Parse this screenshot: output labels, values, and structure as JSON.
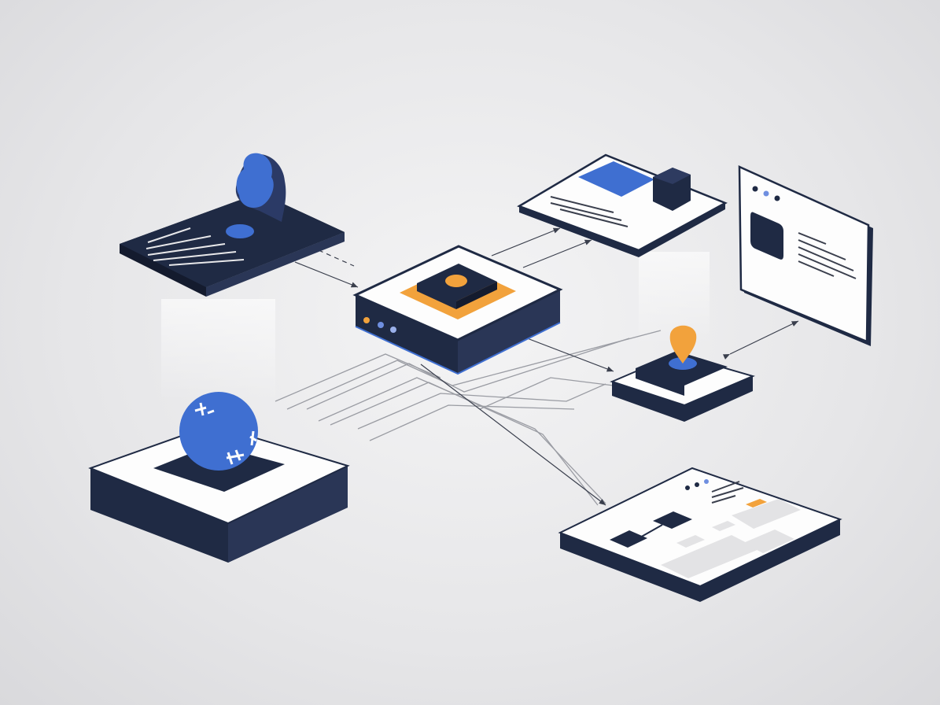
{
  "colors": {
    "navy": "#1f2a44",
    "navy_side": "#2a3656",
    "blue": "#3f6fd1",
    "orange": "#f2a23c",
    "white": "#fdfdfd",
    "line_gray": "#9a9ca3",
    "panel_gray": "#e3e3e5"
  },
  "nodes": [
    {
      "id": "cloud-card",
      "icon": "cloud-person-icon"
    },
    {
      "id": "central-hub",
      "icon": "server-hub-icon"
    },
    {
      "id": "document-card",
      "icon": "document-image-icon"
    },
    {
      "id": "browser-window",
      "icon": "browser-window-icon"
    },
    {
      "id": "location-node",
      "icon": "location-pin-icon"
    },
    {
      "id": "globe-platform",
      "icon": "globe-icon"
    },
    {
      "id": "dashboard-card",
      "icon": "flowchart-dashboard-icon"
    }
  ]
}
